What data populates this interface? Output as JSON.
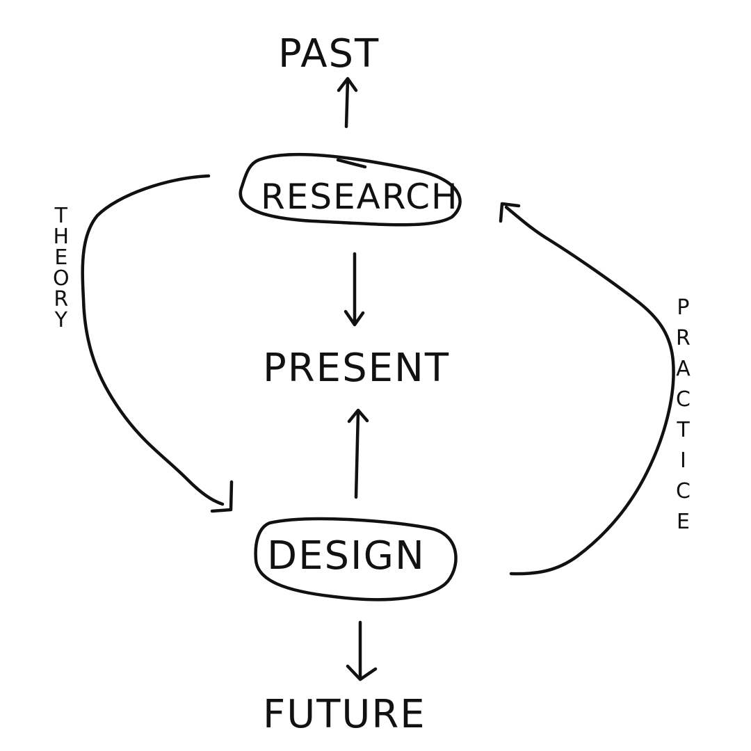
{
  "diagram": {
    "nodes": {
      "past": "PAST",
      "research": "RESEARCH",
      "present": "PRESENT",
      "design": "DESIGN",
      "future": "FUTURE"
    },
    "side_labels": {
      "theory": [
        "T",
        "H",
        "E",
        "O",
        "R",
        "Y"
      ],
      "practice": [
        "P",
        "R",
        "A",
        "C",
        "T",
        "I",
        "C",
        "E"
      ]
    },
    "stroke_color": "#111111",
    "background": "#ffffff"
  }
}
